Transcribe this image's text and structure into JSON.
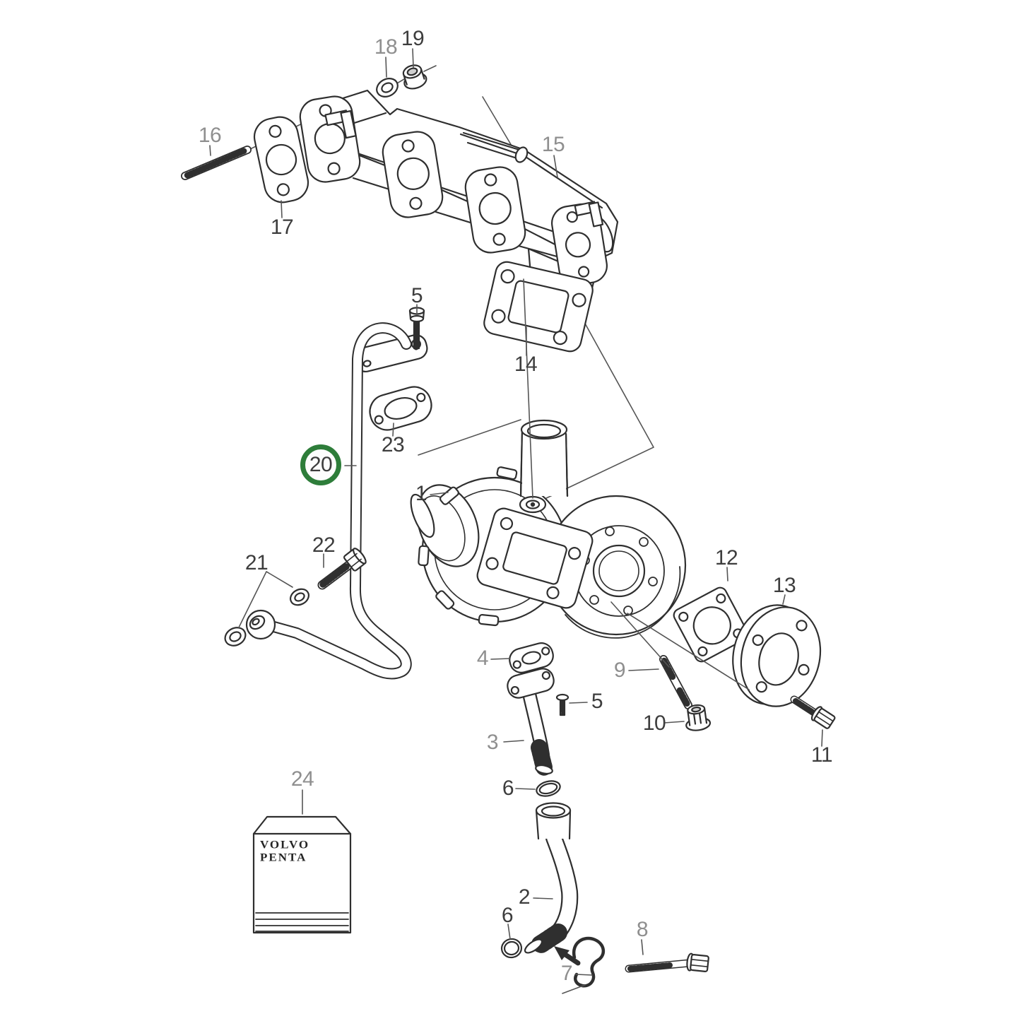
{
  "diagram": {
    "type": "exploded-parts-diagram",
    "highlight": {
      "part": "20",
      "ring_color": "#2e7d3a"
    },
    "brand_box": {
      "line1": "VOLVO",
      "line2": "PENTA"
    },
    "labels": [
      {
        "part": "18",
        "text": "18",
        "tone": "light"
      },
      {
        "part": "19",
        "text": "19",
        "tone": "dark"
      },
      {
        "part": "16",
        "text": "16",
        "tone": "light"
      },
      {
        "part": "17",
        "text": "17",
        "tone": "dark"
      },
      {
        "part": "15",
        "text": "15",
        "tone": "light"
      },
      {
        "part": "5",
        "text": "5",
        "tone": "dark"
      },
      {
        "part": "14",
        "text": "14",
        "tone": "dark"
      },
      {
        "part": "23",
        "text": "23",
        "tone": "dark"
      },
      {
        "part": "20",
        "text": "20",
        "tone": "dark",
        "highlighted": true
      },
      {
        "part": "1",
        "text": "1",
        "tone": "dark"
      },
      {
        "part": "22",
        "text": "22",
        "tone": "dark"
      },
      {
        "part": "21",
        "text": "21",
        "tone": "dark"
      },
      {
        "part": "12",
        "text": "12",
        "tone": "dark"
      },
      {
        "part": "13",
        "text": "13",
        "tone": "dark"
      },
      {
        "part": "4",
        "text": "4",
        "tone": "light"
      },
      {
        "part": "9",
        "text": "9",
        "tone": "light"
      },
      {
        "part": "5",
        "text": "5",
        "tone": "dark"
      },
      {
        "part": "10",
        "text": "10",
        "tone": "dark"
      },
      {
        "part": "3",
        "text": "3",
        "tone": "light"
      },
      {
        "part": "11",
        "text": "11",
        "tone": "dark"
      },
      {
        "part": "6",
        "text": "6",
        "tone": "dark"
      },
      {
        "part": "24",
        "text": "24",
        "tone": "light"
      },
      {
        "part": "2",
        "text": "2",
        "tone": "dark"
      },
      {
        "part": "6",
        "text": "6",
        "tone": "dark"
      },
      {
        "part": "8",
        "text": "8",
        "tone": "light"
      },
      {
        "part": "7",
        "text": "7",
        "tone": "light"
      }
    ]
  }
}
